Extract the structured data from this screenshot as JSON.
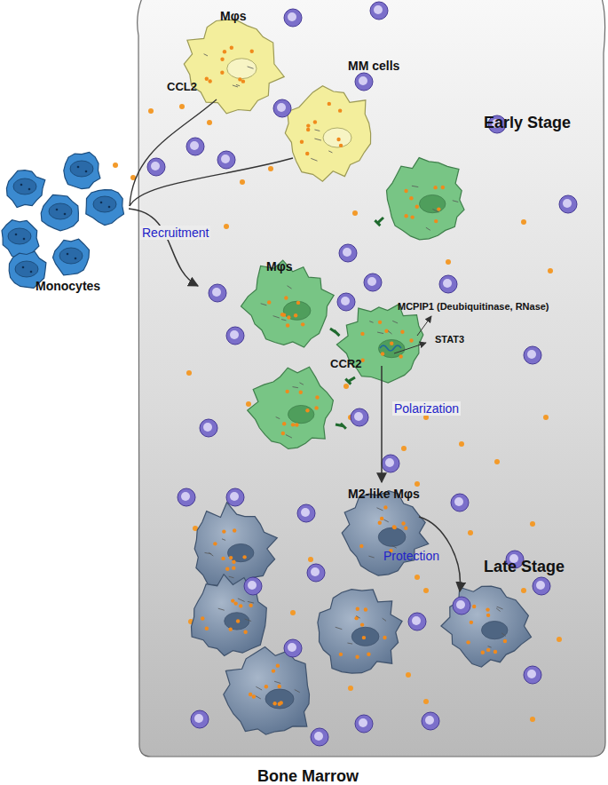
{
  "diagram": {
    "nodes": [
      {
        "text": [
          "Bone Marrow"
        ]
      },
      {
        "text": [
          "Monocytes"
        ]
      },
      {
        "text": [
          "Mφs"
        ],
        "in": 0
      },
      {
        "text": [
          "Mφs"
        ],
        "in": 0
      },
      {
        "text": [
          "M2-like Mφs"
        ],
        "in": 0
      }
    ],
    "edges": [
      {
        "from": 1,
        "to": 3,
        "label": "Recruitment",
        "arrow": "to"
      },
      {
        "from": 3,
        "to": 4,
        "label": "Polarization",
        "arrow": "to"
      }
    ],
    "labels": [
      "CCL2",
      "MM cells",
      "Early Stage",
      "MCPIP1 (Deubiquitinase, RNase)",
      "STAT3",
      "CCR2",
      "Protection",
      "Late Stage"
    ]
  }
}
